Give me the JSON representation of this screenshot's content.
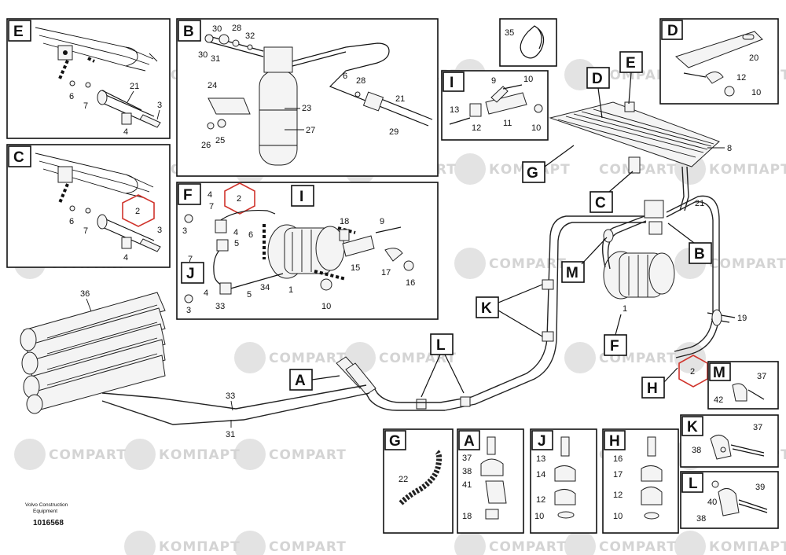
{
  "watermark": {
    "latin": "COMPART",
    "cyrillic": "КОМПАРТ"
  },
  "footer": {
    "brand_line1": "Volvo Construction",
    "brand_line2": "Equipment",
    "drawing_number": "1016568"
  },
  "callouts": {
    "A": "A",
    "B": "B",
    "C": "C",
    "D": "D",
    "E": "E",
    "F": "F",
    "G": "G",
    "H": "H",
    "I": "I",
    "J": "J",
    "K": "K",
    "L": "L",
    "M": "M"
  },
  "part_numbers": {
    "p1": "1",
    "p2": "2",
    "p3": "3",
    "p4": "4",
    "p5": "5",
    "p6": "6",
    "p7": "7",
    "p8": "8",
    "p9": "9",
    "p10": "10",
    "p11": "11",
    "p12": "12",
    "p13": "13",
    "p14": "14",
    "p15": "15",
    "p16": "16",
    "p17": "17",
    "p18": "18",
    "p19": "19",
    "p20": "20",
    "p21": "21",
    "p22": "22",
    "p23": "23",
    "p24": "24",
    "p25": "25",
    "p26": "26",
    "p27": "27",
    "p28": "28",
    "p29": "29",
    "p30": "30",
    "p31": "31",
    "p32": "32",
    "p33": "33",
    "p34": "34",
    "p35": "35",
    "p36": "36",
    "p37": "37",
    "p38": "38",
    "p39": "39",
    "p40": "40",
    "p41": "41",
    "p42": "42"
  },
  "highlight_color": "#d0342c"
}
